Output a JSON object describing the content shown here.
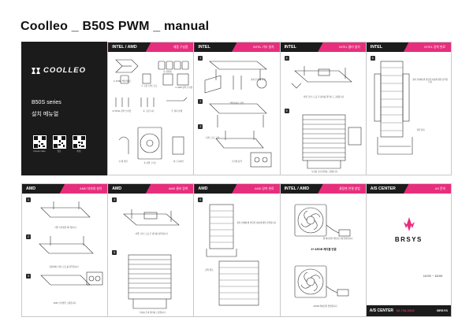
{
  "document": {
    "title": "Coolleo _ B50S PWM _ manual"
  },
  "cover": {
    "brand": "COOLLEO",
    "series": "B50S series",
    "subtitle": "설치 메뉴얼",
    "qr_labels": [
      "Korean video",
      "영문",
      "中文"
    ]
  },
  "panels_row1": [
    {
      "tag": "INTEL / AMD",
      "title": "제품 구성품",
      "parts": [
        "① INTEL 백플레이트",
        "② 고정 스탠드오프",
        "③ 지지대",
        "④ AMD 장착 브라켓",
        "⑤ INTEL 장착 브라켓",
        "⑥ 고정 나사",
        "⑦ 쿨러 본체",
        "⑧ 팬 클립",
        "⑨ 서멀 그리스",
        "⑩ 드라이버"
      ]
    },
    {
      "tag": "INTEL",
      "title": "INTEL 기타 설치",
      "captions": [
        "설치 전 위치 확인",
        "백플레이트 장착",
        "스탠드오프 고정",
        "브라켓 장착"
      ]
    },
    {
      "tag": "INTEL",
      "title": "INTEL 쿨러 설치",
      "captions": [
        "서멀그리스 도포 후 쿨러를 올려놓고 고정합니다",
        "나사를 조여 쿨러를 고정합니다"
      ]
    },
    {
      "tag": "INTEL",
      "title": "INTEL 장착 완료",
      "captions": [
        "쿨러 본체에 팬 클립을 이용해 팬을 장착합니다",
        "장착 완료"
      ]
    }
  ],
  "panels_row2": [
    {
      "tag": "AMD",
      "title": "AMD 지지대 설치",
      "captions": [
        "기존 브라켓을 제거합니다",
        "지지대와 스탠드오프를 장착합니다",
        "AMD 브라켓을 고정합니다"
      ]
    },
    {
      "tag": "AMD",
      "title": "AMD 쿨러 장착",
      "captions": [
        "서멀그리스 도포 후 쿨러를 장착합니다",
        "나사를 조여 쿨러를 고정합니다"
      ]
    },
    {
      "tag": "AMD",
      "title": "AMD 장착 완료",
      "captions": [
        "쿨러 본체에 팬 클립을 이용해 팬을 장착합니다",
        "장착 완료"
      ]
    },
    {
      "tag": "INTEL / AMD",
      "title": "쿨링팬 연결 방법",
      "section": "3+ ARGB 케이블 연결",
      "captions": [
        "팬 케이블을 메인보드에 연결합니다",
        "ARGB 케이블을 연결합니다"
      ]
    },
    {
      "tag": "A/S CENTER",
      "title": "AS 문의",
      "brand": "BRSYS",
      "hours": "10:00 ~ 18:00",
      "footer_left": "A/S CENTER",
      "footer_phone": "02-718-3313",
      "footer_right": "BRSYS"
    }
  ],
  "colors": {
    "accent": "#e72e7c",
    "dark": "#1b1b1b"
  }
}
